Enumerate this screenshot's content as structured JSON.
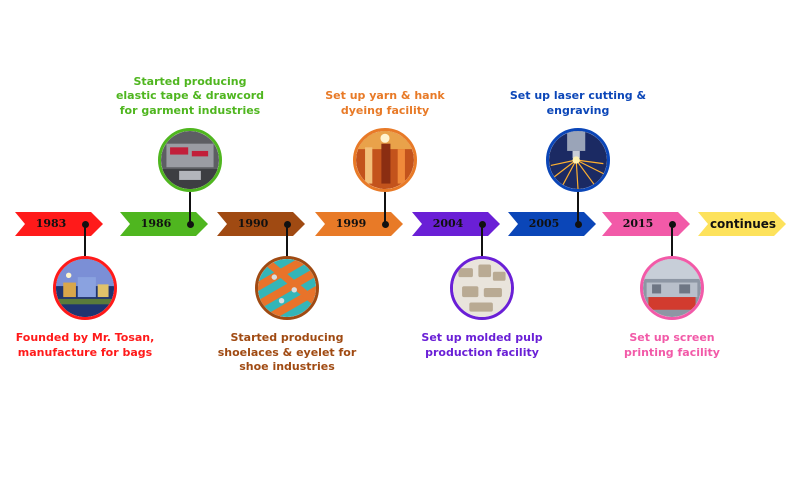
{
  "events": [
    {
      "year": "1983",
      "color": "#ff1a1a",
      "caption": [
        "Founded by Mr. Tosan,",
        "manufacture for bags"
      ],
      "position": "below",
      "image": "factory-building-photo"
    },
    {
      "year": "1986",
      "color": "#4fb61f",
      "caption": [
        "Started producing",
        "elastic tape & drawcord",
        "for garment industries"
      ],
      "position": "above",
      "image": "sewing-machine-photo"
    },
    {
      "year": "1990",
      "color": "#a04a12",
      "caption": [
        "Started producing",
        "shoelaces & eyelet for",
        "shoe industries"
      ],
      "position": "below",
      "image": "shoelaces-eyelets-photo"
    },
    {
      "year": "1999",
      "color": "#e87a27",
      "caption": [
        "Set up yarn & hank",
        "dyeing facility"
      ],
      "position": "above",
      "image": "yarn-dyeing-photo"
    },
    {
      "year": "2004",
      "color": "#6a1fd6",
      "caption": [
        "Set up molded pulp",
        "production facility"
      ],
      "position": "below",
      "image": "molded-pulp-photo"
    },
    {
      "year": "2005",
      "color": "#0b46b8",
      "caption": [
        "Set up laser cutting &",
        "engraving"
      ],
      "position": "above",
      "image": "laser-cutting-photo"
    },
    {
      "year": "2015",
      "color": "#f25aa8",
      "caption": [
        "Set up screen",
        "printing facility"
      ],
      "position": "below",
      "image": "screen-printing-photo"
    }
  ],
  "final": {
    "label": "continues",
    "color": "#fde25c"
  }
}
